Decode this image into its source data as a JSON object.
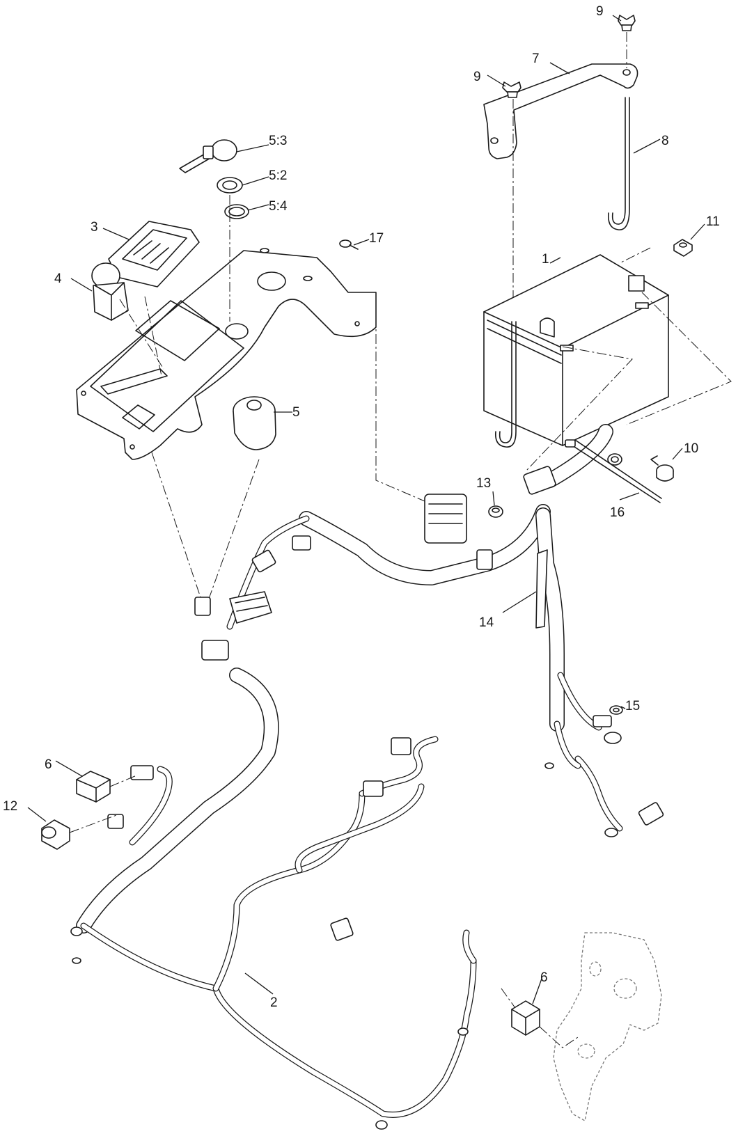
{
  "callouts": {
    "c1": "1",
    "c2": "2",
    "c3": "3",
    "c4": "4",
    "c5": "5",
    "c5_2": "5:2",
    "c5_3": "5:3",
    "c5_4": "5:4",
    "c6_top": "6",
    "c6_bottom": "6",
    "c7": "7",
    "c8": "8",
    "c9_top": "9",
    "c9_left": "9",
    "c10": "10",
    "c11": "11",
    "c12": "12",
    "c13": "13",
    "c14": "14",
    "c15": "15",
    "c16": "16",
    "c17": "17"
  },
  "colors": {
    "line": "#1a1a1a",
    "background": "#ffffff",
    "phantom": "#777777"
  }
}
